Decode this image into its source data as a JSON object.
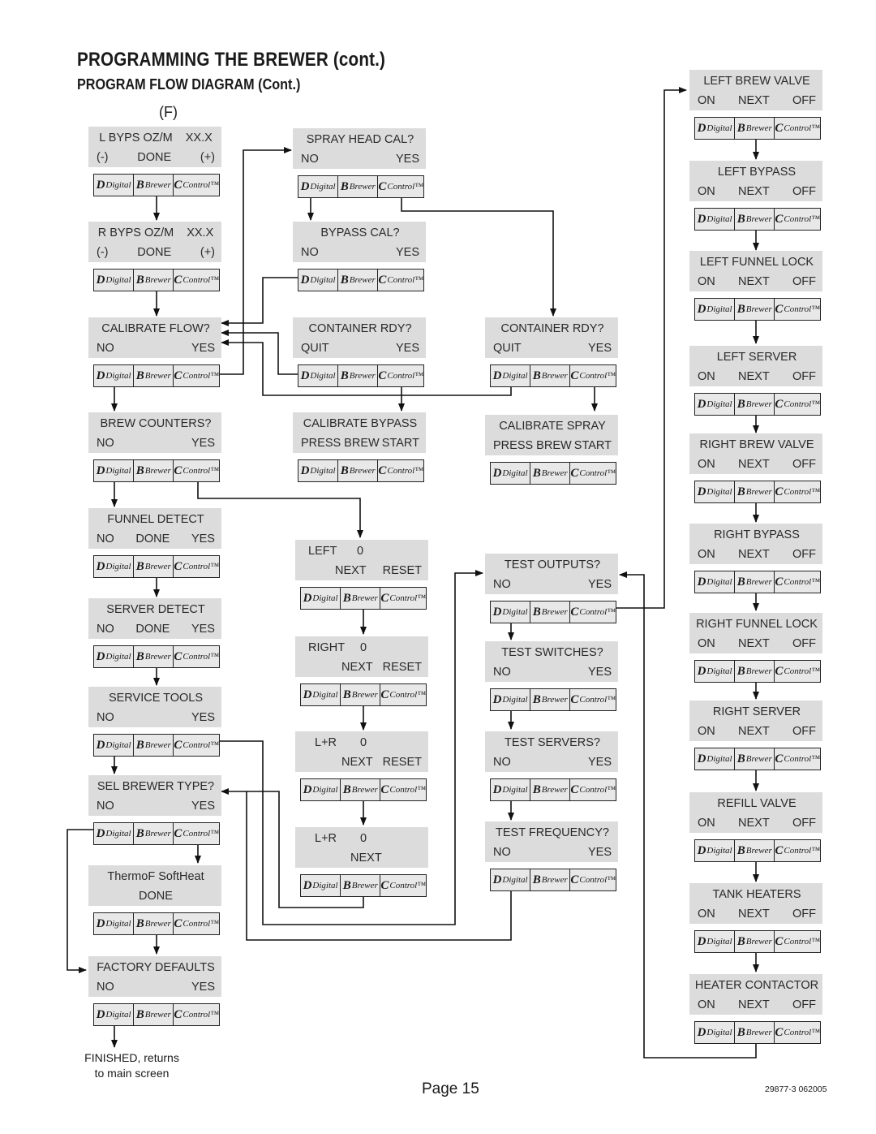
{
  "title": "PROGRAMMING THE BREWER (cont.)",
  "subtitle": "PROGRAM FLOW DIAGRAM (Cont.)",
  "section_label": "(F)",
  "panel_logo": [
    "Digital",
    "Brewer",
    "Control™"
  ],
  "screens": {
    "l_byps": {
      "line1": [
        "L BYPS OZ/M",
        "XX.X"
      ],
      "line2": [
        "(-)",
        "DONE",
        "(+)"
      ]
    },
    "r_byps": {
      "line1": [
        "R BYPS OZ/M",
        "XX.X"
      ],
      "line2": [
        "(-)",
        "DONE",
        "(+)"
      ]
    },
    "calibrate_flow": {
      "line1": [
        "CALIBRATE  FLOW?"
      ],
      "line2": [
        "NO",
        "YES"
      ]
    },
    "brew_counters": {
      "line1": [
        "BREW  COUNTERS?"
      ],
      "line2": [
        "NO",
        "YES"
      ]
    },
    "funnel_detect": {
      "line1": [
        "FUNNEL DETECT"
      ],
      "line2": [
        "NO",
        "DONE",
        "YES"
      ]
    },
    "server_detect": {
      "line1": [
        "SERVER DETECT"
      ],
      "line2": [
        "NO",
        "DONE",
        "YES"
      ]
    },
    "service_tools": {
      "line1": [
        "SERVICE  TOOLS"
      ],
      "line2": [
        "NO",
        "YES"
      ]
    },
    "sel_brewer_type": {
      "line1": [
        "SEL BREWER TYPE?"
      ],
      "line2": [
        "NO",
        "YES"
      ]
    },
    "thermof": {
      "line1": [
        "ThermoF  SoftHeat"
      ],
      "line2": [
        "DONE"
      ]
    },
    "factory_defaults": {
      "line1": [
        "FACTORY  DEFAULTS"
      ],
      "line2": [
        "NO",
        "YES"
      ]
    },
    "spray_head_cal": {
      "line1": [
        "SPRAY  HEAD  CAL?"
      ],
      "line2": [
        "NO",
        "YES"
      ]
    },
    "bypass_cal": {
      "line1": [
        "BYPASS  CAL?"
      ],
      "line2": [
        "NO",
        "YES"
      ]
    },
    "container_rdy_1": {
      "line1": [
        "CONTAINER  RDY?"
      ],
      "line2": [
        "QUIT",
        "YES"
      ]
    },
    "calibrate_bypass": {
      "line1": [
        "CALIBRATE  BYPASS"
      ],
      "line2": [
        "PRESS  BREW",
        "START"
      ]
    },
    "left_counter": {
      "line1": [
        "LEFT",
        "0"
      ],
      "line2": [
        "NEXT",
        "RESET"
      ]
    },
    "right_counter": {
      "line1": [
        "RIGHT",
        "0"
      ],
      "line2": [
        "NEXT",
        "RESET"
      ]
    },
    "lr_counter": {
      "line1": [
        "L+R",
        "0"
      ],
      "line2": [
        "NEXT",
        "RESET"
      ]
    },
    "lr_counter2": {
      "line1": [
        "L+R",
        "0"
      ],
      "line2": [
        "NEXT"
      ]
    },
    "container_rdy_2": {
      "line1": [
        "CONTAINER  RDY?"
      ],
      "line2": [
        "QUIT",
        "YES"
      ]
    },
    "calibrate_spray": {
      "line1": [
        "CALIBRATE  SPRAY"
      ],
      "line2": [
        "PRESS  BREW",
        "START"
      ]
    },
    "test_outputs": {
      "line1": [
        "TEST  OUTPUTS?"
      ],
      "line2": [
        "NO",
        "YES"
      ]
    },
    "test_switches": {
      "line1": [
        "TEST  SWITCHES?"
      ],
      "line2": [
        "NO",
        "YES"
      ]
    },
    "test_servers": {
      "line1": [
        "TEST  SERVERS?"
      ],
      "line2": [
        "NO",
        "YES"
      ]
    },
    "test_frequency": {
      "line1": [
        "TEST  FREQUENCY?"
      ],
      "line2": [
        "NO",
        "YES"
      ]
    },
    "left_brew_valve": {
      "line1": [
        "LEFT  BREW  VALVE"
      ],
      "line2": [
        "ON",
        "NEXT",
        "OFF"
      ]
    },
    "left_bypass": {
      "line1": [
        "LEFT  BYPASS"
      ],
      "line2": [
        "ON",
        "NEXT",
        "OFF"
      ]
    },
    "left_funnel_lock": {
      "line1": [
        "LEFT  FUNNEL  LOCK"
      ],
      "line2": [
        "ON",
        "NEXT",
        "OFF"
      ]
    },
    "left_server": {
      "line1": [
        "LEFT SERVER"
      ],
      "line2": [
        "ON",
        "NEXT",
        "OFF"
      ]
    },
    "right_brew_valve": {
      "line1": [
        "RIGHT  BREW  VALVE"
      ],
      "line2": [
        "ON",
        "NEXT",
        "OFF"
      ]
    },
    "right_bypass": {
      "line1": [
        "RIGHT  BYPASS"
      ],
      "line2": [
        "ON",
        "NEXT",
        "OFF"
      ]
    },
    "right_funnel_lock": {
      "line1": [
        "RIGHT  FUNNEL  LOCK"
      ],
      "line2": [
        "ON",
        "NEXT",
        "OFF"
      ]
    },
    "right_server": {
      "line1": [
        "RIGHT SERVER"
      ],
      "line2": [
        "ON",
        "NEXT",
        "OFF"
      ]
    },
    "refill_valve": {
      "line1": [
        "REFILL  VALVE"
      ],
      "line2": [
        "ON",
        "NEXT",
        "OFF"
      ]
    },
    "tank_heaters": {
      "line1": [
        "TANK  HEATERS"
      ],
      "line2": [
        "ON",
        "NEXT",
        "OFF"
      ]
    },
    "heater_contactor": {
      "line1": [
        "HEATER  CONTACTOR"
      ],
      "line2": [
        "ON",
        "NEXT",
        "OFF"
      ]
    }
  },
  "end_note": [
    "FINISHED, returns",
    "to main screen"
  ],
  "page_number": "Page 15",
  "doc_number": "29877-3 062005"
}
